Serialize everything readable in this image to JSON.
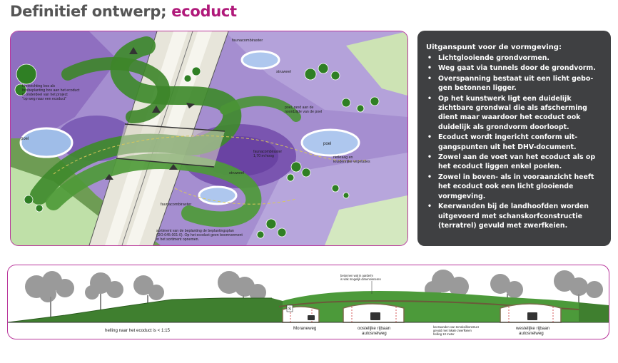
{
  "title": {
    "main": "Definitief ontwerp;",
    "accent": "ecoduct"
  },
  "colors": {
    "accent": "#b0197a",
    "frame": "#b9359b",
    "panel_bg": "#3f4042",
    "purple": "#9e86c9",
    "green": "#4f9a3c"
  },
  "plan": {
    "labels": {
      "fauna_top": "faunacombiraster",
      "ditch_note_1": "herinrichting bos als",
      "ditch_note_2": "bosbeplanting bos aan het ecoduct",
      "ditch_note_3": "is onderdeel van het project",
      "ditch_note_4": "\"op weg naar een ecoduct\"",
      "poel_left": "poel",
      "struweel_top": "struweel",
      "poel_poelen_1": "poel, rand aan de",
      "poel_poelen_2": "noordzijde van de poel",
      "poel_right": "poel",
      "fauna_mid_1": "faunacombiraster",
      "fauna_mid_2": "1,70 m hoog",
      "rietkrans_1": "rietkraag en",
      "rietkrans_2": "kruidenrijke vegetaties",
      "struweel_bottom": "struweel",
      "fauna_bottom": "faunacombiraster",
      "note_1": "sortiment van de beplanting de beplantingsplan",
      "note_2": "(DO-045-001-0). Op het ecoduct geen boomvorment",
      "note_3": "in het sortiment opnemen."
    }
  },
  "panel": {
    "heading": "Uitganspunt voor de vormgeving:",
    "bullet_glyph": "•",
    "items": [
      "Lichtglooiende grondvormen.",
      "Weg gaat via tunnels door de grondvorm.",
      "Overspanning bestaat uit een licht gebo- gen betonnen ligger.",
      "Op het kunstwerk ligt een duidelijk zichtbare grondwal die als afscherming dient maar waardoor het ecoduct ook duidelijk als grondvorm doorloopt.",
      "Ecoduct wordt ingericht conform uit- gangspunten uit het DHV-document.",
      "Zowel aan de voet van het ecoduct als op het ecoduct liggen enkel poelen.",
      "Zowel in boven- als in vooraanzicht heeft het ecoduct ook een licht glooiende vormgeving.",
      "Keerwanden bij de landhoofden worden uitgevoerd met schanskorfconstructie (terratrel) gevuld met zwerfkeien."
    ]
  },
  "section": {
    "labels": {
      "slope": "helling naar het ecoduct is < 1:15",
      "moraneweg": "Moraneweg",
      "oost_1": "oostelijke rijbaan",
      "oost_2": "autosnelweg",
      "west_1": "westelijke rijbaan",
      "west_2": "autosnelweg",
      "top_note_1": "betonnen wal in aarde/m",
      "top_note_2": "is vlak mogelijk dimensioneren",
      "side_note_1": "keerwanden van terrakeilkonstruct",
      "side_note_2": "gevuld met lokale zwerfkeien",
      "side_note_3": "helling 10 meter",
      "marker": "S"
    }
  }
}
